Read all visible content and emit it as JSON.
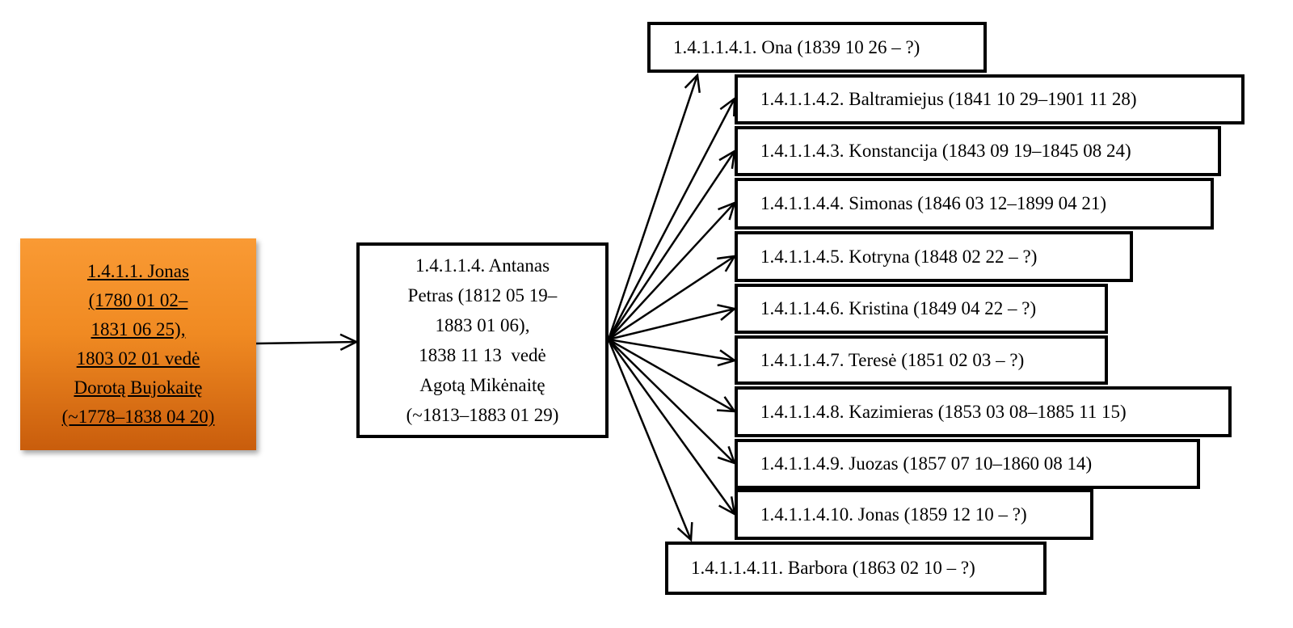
{
  "root": {
    "lines": [
      "1.4.1.1. Jonas",
      "(1780 01 02–",
      "1831 06 25),",
      "1803 02 01  vedė",
      "Dorotą Bujokaitę",
      "(~1778–1838 04 20)"
    ]
  },
  "parent": {
    "lines": [
      "1.4.1.1.4. Antanas",
      "Petras (1812 05 19–",
      "1883 01 06),",
      "1838 11 13  vedė",
      "Agotą Mikėnaitę",
      "(~1813–1883 01 29)"
    ]
  },
  "children": [
    {
      "label": "1.4.1.1.4.1. Ona (1839 10 26 – ?)"
    },
    {
      "label": "1.4.1.1.4.2. Baltramiejus (1841 10 29–1901 11 28)"
    },
    {
      "label": "1.4.1.1.4.3. Konstancija (1843 09 19–1845 08 24)"
    },
    {
      "label": "1.4.1.1.4.4. Simonas (1846 03 12–1899 04 21)"
    },
    {
      "label": "1.4.1.1.4.5. Kotryna (1848 02 22 – ?)"
    },
    {
      "label": "1.4.1.1.4.6. Kristina (1849 04 22 – ?)"
    },
    {
      "label": "1.4.1.1.4.7. Teresė (1851 02 03 – ?)"
    },
    {
      "label": "1.4.1.1.4.8. Kazimieras (1853 03 08–1885 11 15)"
    },
    {
      "label": "1.4.1.1.4.9. Juozas (1857 07 10–1860 08 14)"
    },
    {
      "label": "1.4.1.1.4.10. Jonas (1859 12 10 – ?)"
    },
    {
      "label": "1.4.1.1.4.11. Barbora (1863 02 10 – ?)"
    }
  ]
}
